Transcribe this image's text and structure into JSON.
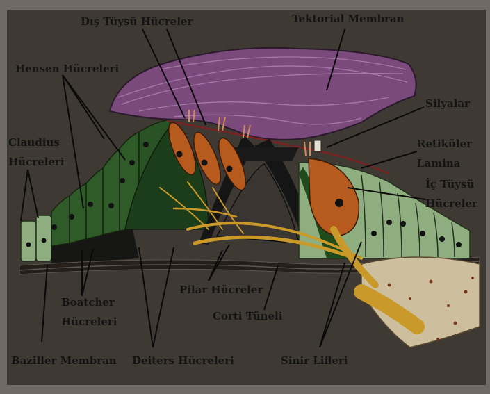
{
  "colors": {
    "frame": "#6f6a66",
    "background": "#3e3933",
    "membrane": "#7a4a7c",
    "membrane_line": "#a07aa8",
    "dark_green": "#1f4a1c",
    "mid_green": "#2c5a26",
    "light_green": "#8fae80",
    "outer_hair_cell": "#b85a1e",
    "nerve": "#c99a2a",
    "basilar": "#2a2622",
    "bone": "#cfc3a2",
    "label_text": "#141414",
    "leader_line": "#0c0c0c"
  },
  "labels": {
    "outer_hair_cells": "Dış Tüysü Hücreler",
    "tectorial_membrane": "Tektorial Membran",
    "hensen_cells": "Hensen Hücreleri",
    "cilia": "Silyalar",
    "claudius_line1": "Claudius",
    "claudius_line2": "Hücreleri",
    "reticular_line1": "Retiküler",
    "reticular_line2": "Lamina",
    "inner_hair_line1": "İç Tüysü",
    "inner_hair_line2": "Hücreler",
    "pillar_cells": "Pilar Hücreler",
    "boettcher_line1": "Boatcher",
    "boettcher_line2": "Hücreleri",
    "corti_tunnel": "Corti Tüneli",
    "basilar_membrane": "Baziller Membran",
    "deiters_cells": "Deiters Hücreleri",
    "nerve_fibers": "Sinir Lifleri"
  }
}
